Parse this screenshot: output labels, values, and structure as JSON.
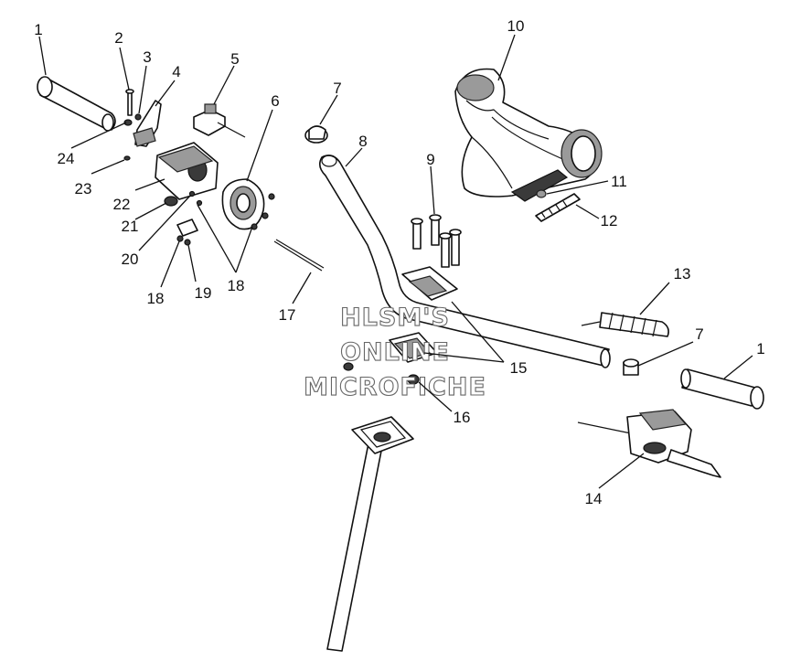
{
  "callouts": {
    "c1a": "1",
    "c2": "2",
    "c3": "3",
    "c4": "4",
    "c5": "5",
    "c6": "6",
    "c7a": "7",
    "c8": "8",
    "c9": "9",
    "c10": "10",
    "c11": "11",
    "c12": "12",
    "c13": "13",
    "c7b": "7",
    "c1b": "1",
    "c14": "14",
    "c15": "15",
    "c16": "16",
    "c17": "17",
    "c18a": "18",
    "c18b": "18",
    "c19": "19",
    "c20": "20",
    "c21": "21",
    "c22": "22",
    "c23": "23",
    "c24": "24"
  },
  "watermark": {
    "line1": "HLSM'S",
    "line2": "ONLINE",
    "line3": "MICROFICHE"
  }
}
